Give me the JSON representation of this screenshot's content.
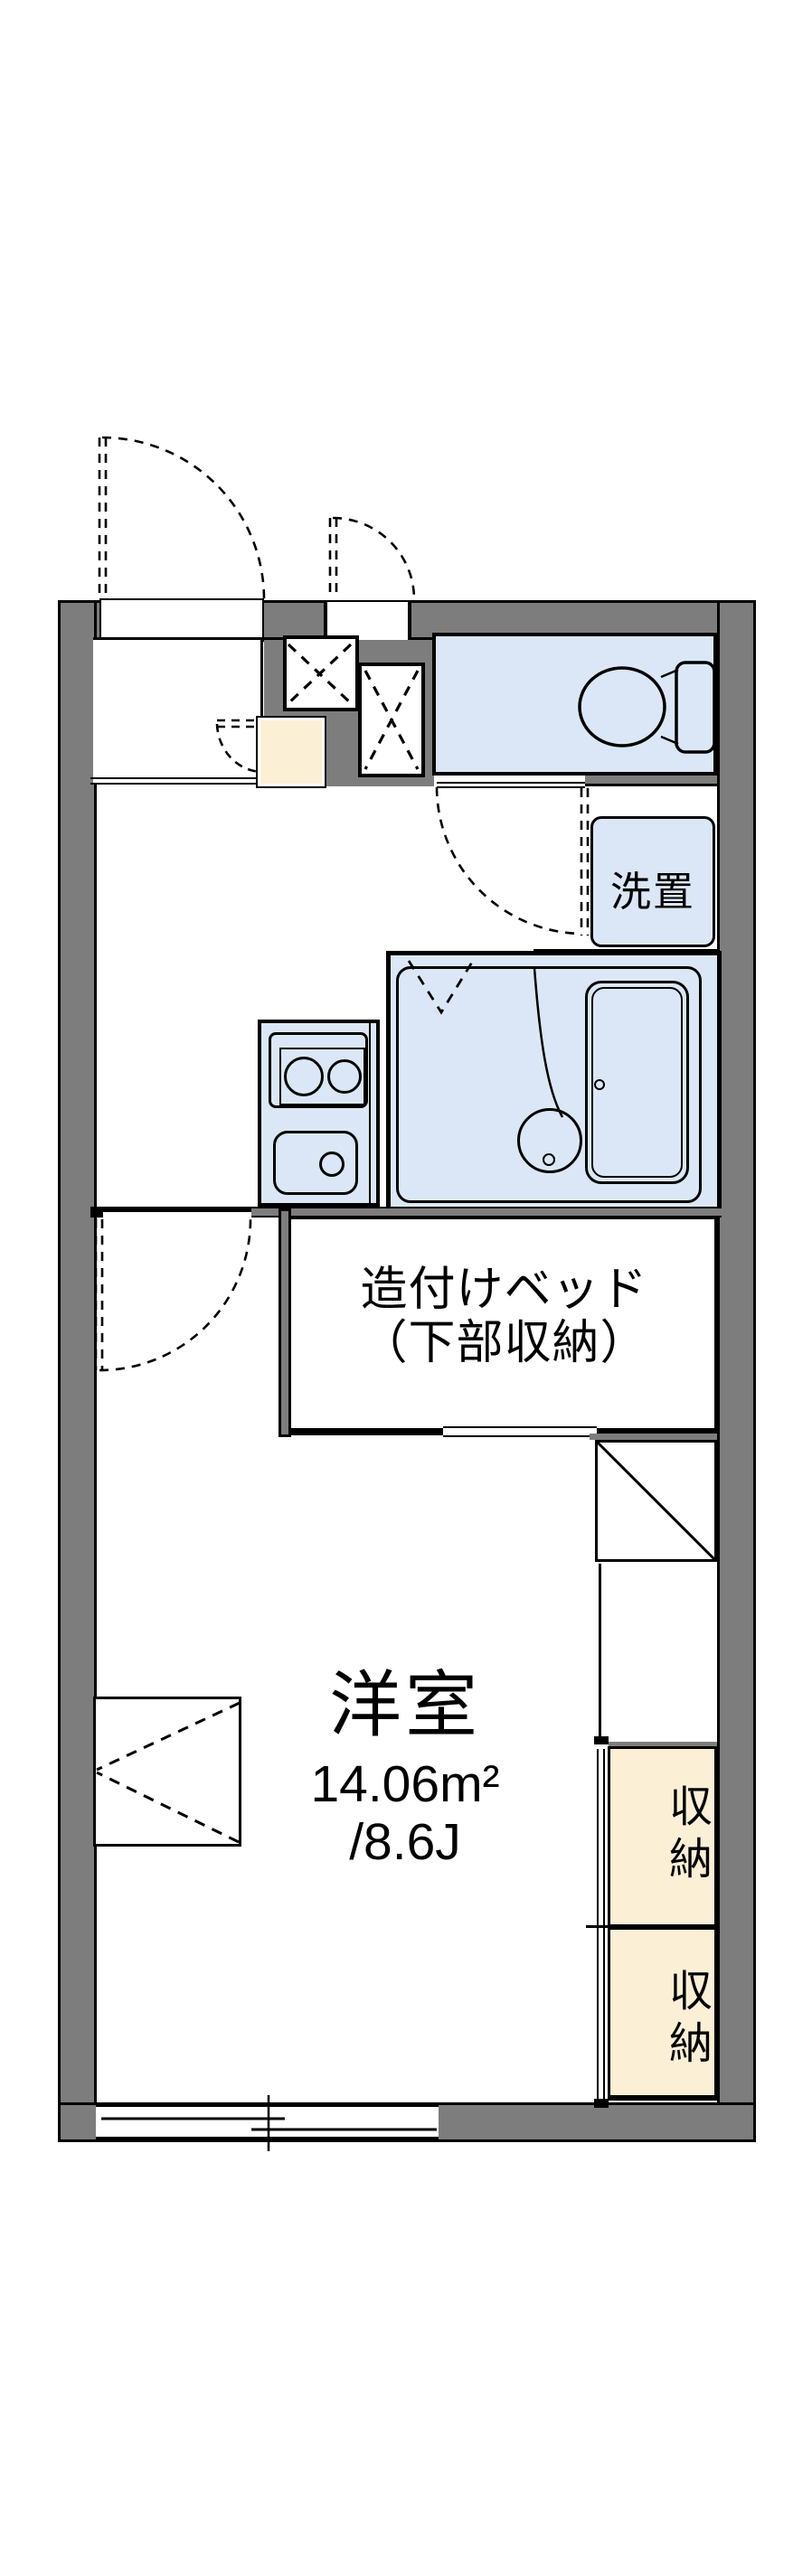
{
  "colors": {
    "wall_gray": "#7d7d7d",
    "water_fixture_blue": "#dbe7f6",
    "storage_cream": "#fbf0d6",
    "line_black": "#000000",
    "background": "#ffffff"
  },
  "rooms": {
    "western_room": {
      "name": "洋室",
      "area_m2": "14.06m²",
      "area_jo": "/8.6J"
    },
    "built_in_bed": {
      "line1": "造付けベッド",
      "line2": "（下部収納）"
    },
    "washstand": {
      "name": "洗置"
    },
    "storage_top": {
      "name": "収納"
    },
    "storage_bottom": {
      "name": "収納"
    }
  }
}
